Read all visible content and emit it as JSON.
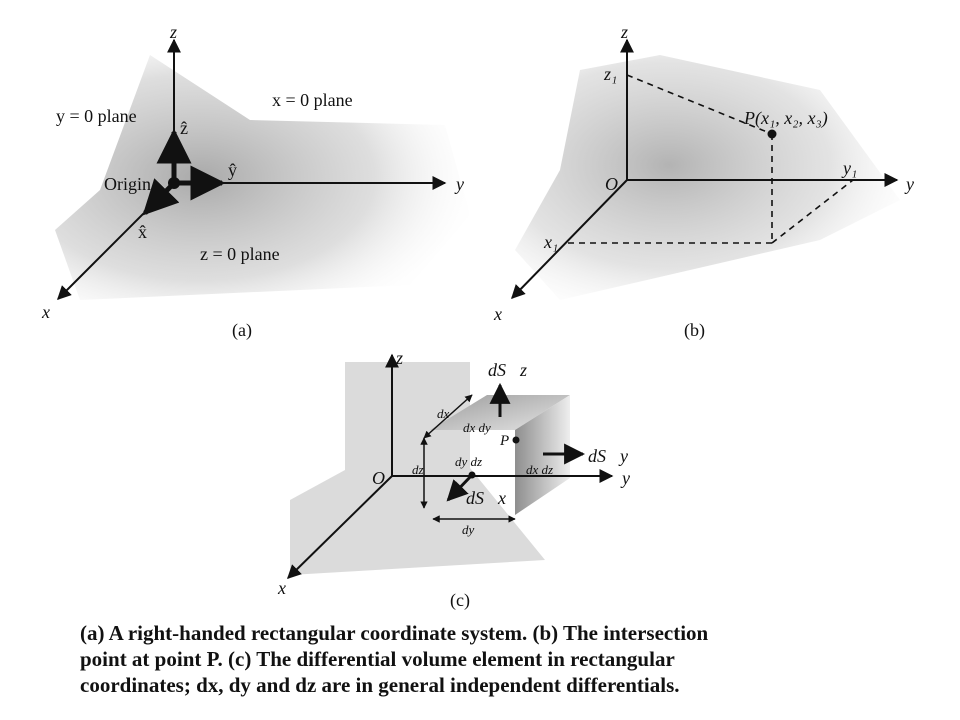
{
  "figure_a": {
    "axis_z": "z",
    "axis_y": "y",
    "axis_x": "x",
    "plane_y0": "y = 0 plane",
    "plane_x0": "x = 0 plane",
    "plane_z0": "z = 0 plane",
    "origin": "Origin",
    "unit_z": "ẑ",
    "unit_y": "ŷ",
    "unit_x": "x̂",
    "caption": "(a)"
  },
  "figure_b": {
    "axis_z": "z",
    "axis_y": "y",
    "axis_x": "x",
    "origin": "O",
    "z1": "z₁",
    "y1": "y₁",
    "x1": "x₁",
    "point": "P(x₁, x₂, x₃)",
    "caption": "(b)"
  },
  "figure_c": {
    "axis_z": "z",
    "axis_y": "y",
    "axis_x": "x",
    "origin": "O",
    "point": "P",
    "dSz": "dS⃗z",
    "dSy": "dS⃗y",
    "dSx": "dS⃗x",
    "dx": "dx",
    "dy": "dy",
    "dz": "dz",
    "dxdy": "dx dy",
    "dydz": "dy dz",
    "dxdz": "dx dz",
    "caption": "(c)"
  },
  "caption": {
    "line1": "(a) A right-handed rectangular coordinate system. (b) The intersection",
    "line2": "point at point P. (c) The differential volume element in rectangular",
    "line3": "coordinates; dx, dy and dz are in general independent differentials."
  }
}
